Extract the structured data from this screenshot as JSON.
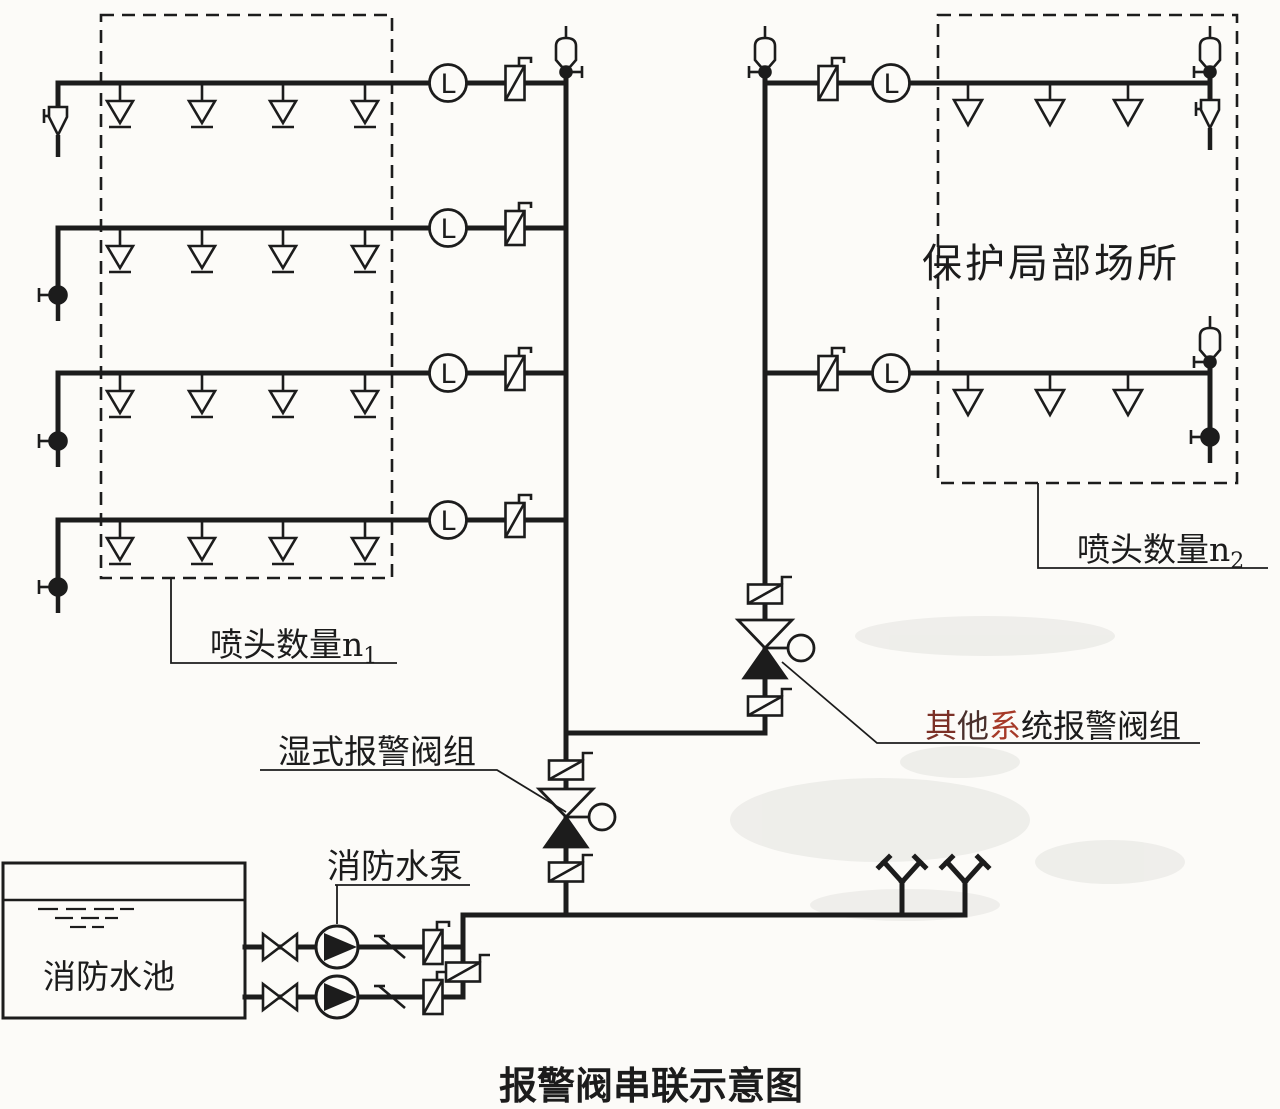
{
  "title": "报警阀串联示意图",
  "labels": {
    "flow_indicator_letter": "L",
    "left_zone_prefix": "喷头数量n",
    "left_zone_sub": "1",
    "right_zone_prefix": "喷头数量n",
    "right_zone_sub": "2",
    "protected_area": "保护局部场所",
    "wet_alarm_group": "湿式报警阀组",
    "other_alarm_seg1": "其",
    "other_alarm_seg2": "他",
    "other_alarm_seg3": "系",
    "other_alarm_seg4": "统报警阀组",
    "fire_pump": "消防水泵",
    "fire_water_tank": "消防水池"
  },
  "colors": {
    "ink": "#1c1c1c",
    "paper": "#fcfbf8",
    "red_dark": "#7b3026",
    "red_mid": "#4a302c",
    "red_bright": "#a63a28",
    "smudge": "#9a9a96"
  },
  "structure": {
    "left_branch_count": 4,
    "sprinklers_per_left_branch": 4,
    "right_branch_count": 2,
    "open_sprinklers_per_right_branch": 3,
    "alarm_valve_groups": 2,
    "fire_pumps": 2,
    "test_hydrants": 2
  }
}
